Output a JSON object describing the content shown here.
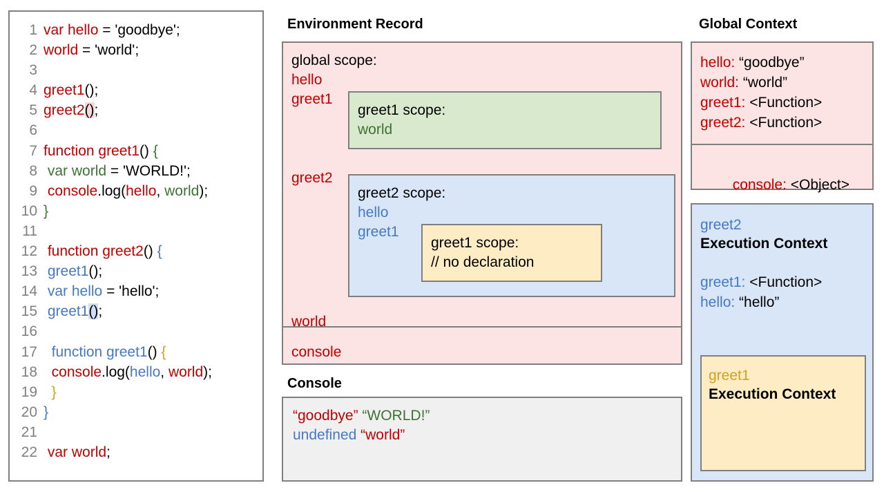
{
  "code_panel": {
    "lines": [
      {
        "num": "1",
        "tokens": [
          {
            "t": "var hello",
            "c": "red"
          },
          {
            "t": " = ",
            "c": "black"
          },
          {
            "t": "'goodbye';",
            "c": "black"
          }
        ]
      },
      {
        "num": "2",
        "tokens": [
          {
            "t": "world",
            "c": "red"
          },
          {
            "t": " = 'world';",
            "c": "black"
          }
        ]
      },
      {
        "num": "3",
        "tokens": []
      },
      {
        "num": "4",
        "tokens": [
          {
            "t": "greet1",
            "c": "red"
          },
          {
            "t": "();",
            "c": "black"
          }
        ]
      },
      {
        "num": "5",
        "tokens": [
          {
            "t": "greet2",
            "c": "red"
          },
          {
            "t": "()",
            "c": "black",
            "hl": "red"
          },
          {
            "t": ";",
            "c": "black"
          }
        ]
      },
      {
        "num": "6",
        "tokens": []
      },
      {
        "num": "7",
        "tokens": [
          {
            "t": "function greet1",
            "c": "red"
          },
          {
            "t": "() ",
            "c": "black"
          },
          {
            "t": "{",
            "c": "green"
          }
        ]
      },
      {
        "num": "8",
        "tokens": [
          {
            "t": " ",
            "c": "black"
          },
          {
            "t": "var world",
            "c": "green"
          },
          {
            "t": " = 'WORLD!';",
            "c": "black"
          }
        ]
      },
      {
        "num": "9",
        "tokens": [
          {
            "t": " ",
            "c": "black"
          },
          {
            "t": "console",
            "c": "red"
          },
          {
            "t": ".log(",
            "c": "black"
          },
          {
            "t": "hello",
            "c": "red"
          },
          {
            "t": ", ",
            "c": "black"
          },
          {
            "t": "world",
            "c": "green"
          },
          {
            "t": ");",
            "c": "black"
          }
        ]
      },
      {
        "num": "10",
        "tokens": [
          {
            "t": "}",
            "c": "green"
          }
        ]
      },
      {
        "num": "11",
        "tokens": []
      },
      {
        "num": "12",
        "tokens": [
          {
            "t": " ",
            "c": "black"
          },
          {
            "t": "function greet2",
            "c": "red"
          },
          {
            "t": "() ",
            "c": "black"
          },
          {
            "t": "{",
            "c": "blue"
          }
        ]
      },
      {
        "num": "13",
        "tokens": [
          {
            "t": " ",
            "c": "black"
          },
          {
            "t": "greet1",
            "c": "blue"
          },
          {
            "t": "();",
            "c": "black"
          }
        ]
      },
      {
        "num": "14",
        "tokens": [
          {
            "t": " ",
            "c": "black"
          },
          {
            "t": "var hello",
            "c": "blue"
          },
          {
            "t": " = 'hello';",
            "c": "black"
          }
        ]
      },
      {
        "num": "15",
        "tokens": [
          {
            "t": " ",
            "c": "black"
          },
          {
            "t": "greet1",
            "c": "blue"
          },
          {
            "t": "()",
            "c": "black",
            "hl": "blue"
          },
          {
            "t": ";",
            "c": "black"
          }
        ]
      },
      {
        "num": "16",
        "tokens": []
      },
      {
        "num": "17",
        "tokens": [
          {
            "t": "  ",
            "c": "black"
          },
          {
            "t": "function greet1",
            "c": "blue"
          },
          {
            "t": "() ",
            "c": "black"
          },
          {
            "t": "{",
            "c": "gold"
          }
        ]
      },
      {
        "num": "18",
        "tokens": [
          {
            "t": "  ",
            "c": "black"
          },
          {
            "t": "console",
            "c": "red"
          },
          {
            "t": ".log(",
            "c": "black"
          },
          {
            "t": "hello",
            "c": "blue"
          },
          {
            "t": ", ",
            "c": "black"
          },
          {
            "t": "world",
            "c": "red"
          },
          {
            "t": ");",
            "c": "black"
          }
        ]
      },
      {
        "num": "19",
        "tokens": [
          {
            "t": "  ",
            "c": "black"
          },
          {
            "t": "}",
            "c": "gold"
          }
        ]
      },
      {
        "num": "20",
        "tokens": [
          {
            "t": "}",
            "c": "blue"
          }
        ]
      },
      {
        "num": "21",
        "tokens": []
      },
      {
        "num": "22",
        "tokens": [
          {
            "t": " ",
            "c": "black"
          },
          {
            "t": "var world",
            "c": "red"
          },
          {
            "t": ";",
            "c": "black"
          }
        ]
      }
    ]
  },
  "environment_record": {
    "title": "Environment Record",
    "global_scope_label": "global scope:",
    "bindings_before_greet1": [
      "hello"
    ],
    "binding_greet1": "greet1",
    "binding_greet2": "greet2",
    "binding_world": "world",
    "binding_console": "console",
    "greet1_scope": {
      "label": "greet1 scope:",
      "bindings": [
        "world"
      ]
    },
    "greet2_scope": {
      "label": "greet2 scope:",
      "bindings": [
        "hello",
        "greet1"
      ],
      "greet1_scope": {
        "label": "greet1 scope:",
        "comment": "// no declaration"
      }
    }
  },
  "console": {
    "title": "Console",
    "lines": [
      [
        {
          "t": "“goodbye”",
          "c": "red"
        },
        {
          "t": " ",
          "c": "black"
        },
        {
          "t": "“WORLD!”",
          "c": "green"
        }
      ],
      [
        {
          "t": "undefined",
          "c": "blue"
        },
        {
          "t": " ",
          "c": "black"
        },
        {
          "t": "“world”",
          "c": "red"
        }
      ]
    ]
  },
  "global_context": {
    "title": "Global Context",
    "vars": [
      {
        "key": "hello:",
        "val": " “goodbye”"
      },
      {
        "key": "world:",
        "val": " “world”"
      },
      {
        "key": "greet1:",
        "val": " <Function>"
      },
      {
        "key": "greet2:",
        "val": " <Function>"
      }
    ],
    "console_entry": {
      "key": "console:",
      "val": " <Object>"
    }
  },
  "greet2_execution_context": {
    "name": "greet2",
    "label": "Execution Context",
    "vars": [
      {
        "key": "greet1:",
        "val": " <Function>"
      },
      {
        "key": "hello:",
        "val": " “hello”"
      }
    ],
    "greet1_execution_context": {
      "name": "greet1",
      "label": "Execution Context"
    }
  },
  "colors": {
    "red": "#c00000",
    "blue": "#4579c4",
    "green": "#3d7334",
    "gold": "#d5a021",
    "gray_border": "#7f7f7f",
    "pink_bg": "#fce4e4",
    "blue_bg": "#d9e6f7",
    "green_bg": "#d8e9cd",
    "yellow_bg": "#fdecc4",
    "console_bg": "#f0f0f0"
  }
}
